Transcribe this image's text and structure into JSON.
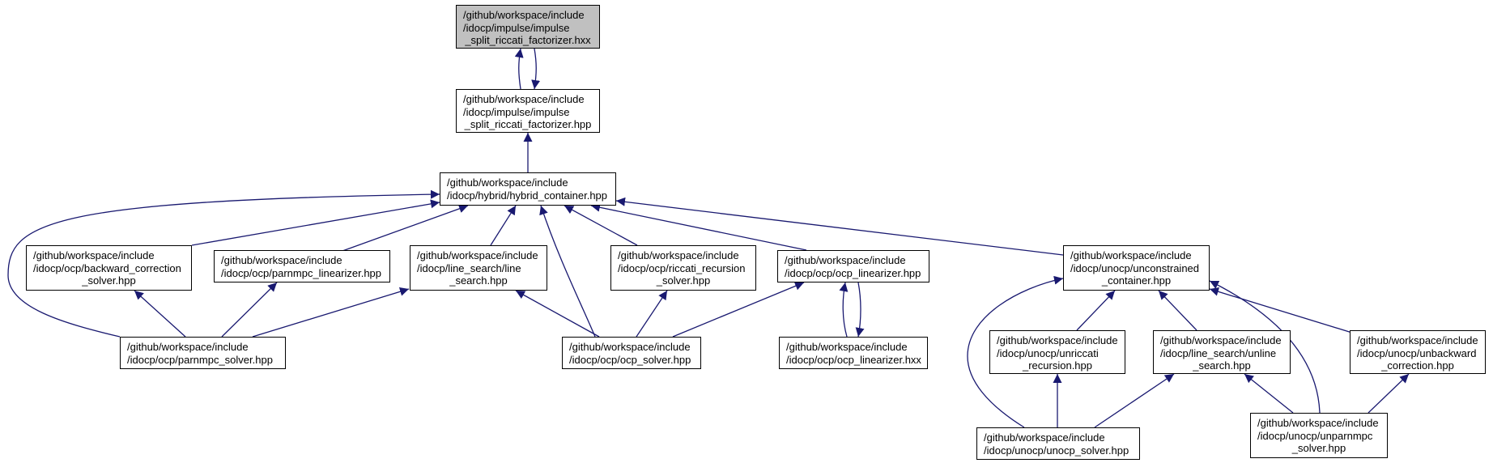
{
  "style": {
    "edge_color": "#191970",
    "root_fill": "#c0c0c0",
    "node_fill": "#ffffff",
    "border": "#000000"
  },
  "nodes": {
    "root": {
      "lines": [
        "/github/workspace/include",
        "/idocp/impulse/impulse",
        "_split_riccati_factorizer.hxx"
      ]
    },
    "isrf": {
      "lines": [
        "/github/workspace/include",
        "/idocp/impulse/impulse",
        "_split_riccati_factorizer.hpp"
      ]
    },
    "hybrid": {
      "lines": [
        "/github/workspace/include",
        "/idocp/hybrid/hybrid_container.hpp"
      ]
    },
    "backward": {
      "lines": [
        "/github/workspace/include",
        "/idocp/ocp/backward_correction",
        "_solver.hpp"
      ]
    },
    "parlin": {
      "lines": [
        "/github/workspace/include",
        "/idocp/ocp/parnmpc_linearizer.hpp"
      ]
    },
    "lsearch": {
      "lines": [
        "/github/workspace/include",
        "/idocp/line_search/line",
        "_search.hpp"
      ]
    },
    "riccrec": {
      "lines": [
        "/github/workspace/include",
        "/idocp/ocp/riccati_recursion",
        "_solver.hpp"
      ]
    },
    "ocplin": {
      "lines": [
        "/github/workspace/include",
        "/idocp/ocp/ocp_linearizer.hpp"
      ]
    },
    "uncont": {
      "lines": [
        "/github/workspace/include",
        "/idocp/unocp/unconstrained",
        "_container.hpp"
      ]
    },
    "parsolv": {
      "lines": [
        "/github/workspace/include",
        "/idocp/ocp/parnmpc_solver.hpp"
      ]
    },
    "ocpsolv": {
      "lines": [
        "/github/workspace/include",
        "/idocp/ocp/ocp_solver.hpp"
      ]
    },
    "ocplinx": {
      "lines": [
        "/github/workspace/include",
        "/idocp/ocp/ocp_linearizer.hxx"
      ]
    },
    "unricc": {
      "lines": [
        "/github/workspace/include",
        "/idocp/unocp/unriccati",
        "_recursion.hpp"
      ]
    },
    "unline": {
      "lines": [
        "/github/workspace/include",
        "/idocp/line_search/unline",
        "_search.hpp"
      ]
    },
    "unback": {
      "lines": [
        "/github/workspace/include",
        "/idocp/unocp/unbackward",
        "_correction.hpp"
      ]
    },
    "unsolv": {
      "lines": [
        "/github/workspace/include",
        "/idocp/unocp/unocp_solver.hpp"
      ]
    },
    "unparn": {
      "lines": [
        "/github/workspace/include",
        "/idocp/unocp/unparnmpc",
        "_solver.hpp"
      ]
    }
  }
}
